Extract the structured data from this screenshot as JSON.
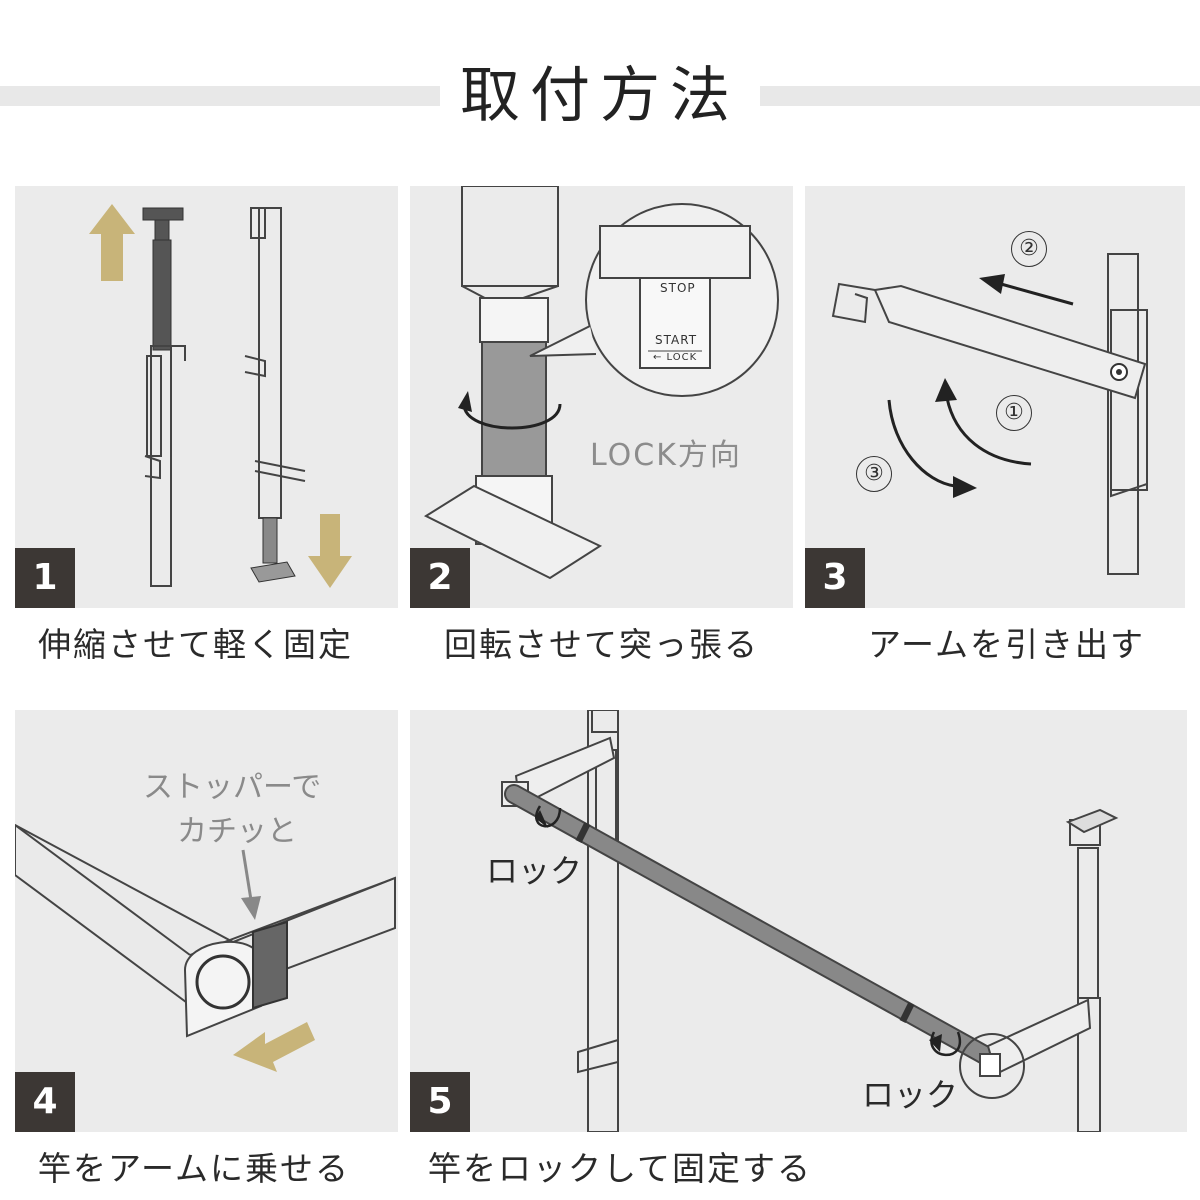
{
  "title": "取付方法",
  "colors": {
    "panel_bg": "#ebebeb",
    "badge_bg": "#3c3734",
    "arrow_gold": "#c8b479",
    "pole_dark": "#555555"
  },
  "steps": [
    {
      "number": "1",
      "caption": "伸縮させて軽く固定",
      "icons": [
        "arrow-up-icon",
        "arrow-down-icon"
      ]
    },
    {
      "number": "2",
      "caption": "回転させて突っ張る",
      "zoom_labels": {
        "stop": "STOP",
        "start": "START",
        "lock_arrow": "← LOCK"
      },
      "lock_direction": "LOCK方向"
    },
    {
      "number": "3",
      "caption": "アームを引き出す",
      "markers": [
        "①",
        "②",
        "③"
      ]
    },
    {
      "number": "4",
      "caption": "竿をアームに乗せる",
      "callout": [
        "ストッパーで",
        "カチッと"
      ]
    },
    {
      "number": "5",
      "caption": "竿をロックして固定する",
      "lock_labels": [
        "ロック",
        "ロック"
      ]
    }
  ]
}
